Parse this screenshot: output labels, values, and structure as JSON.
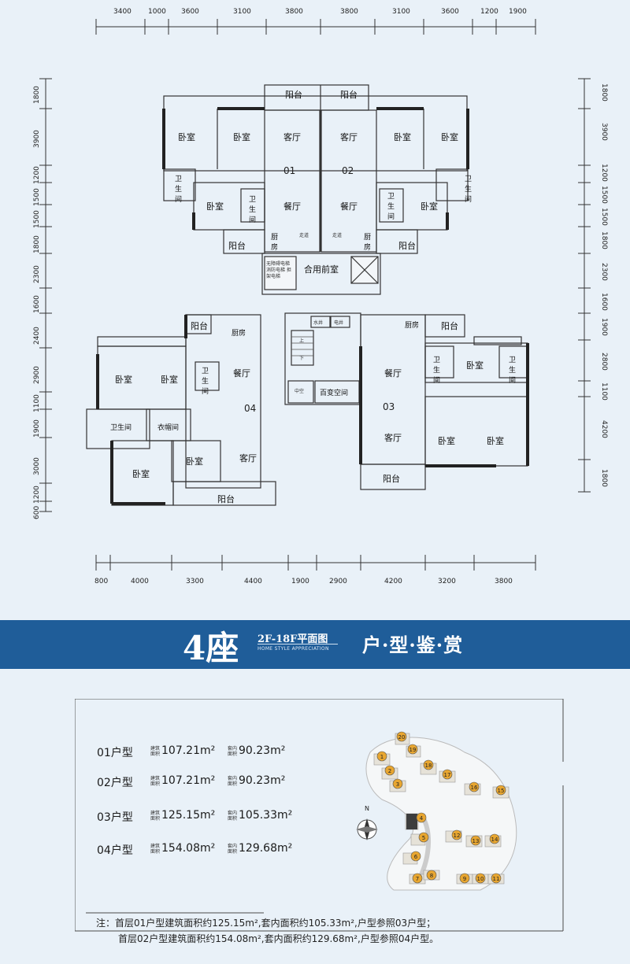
{
  "top_dims": [
    "3400",
    "1000",
    "3600",
    "3100",
    "3800",
    "3800",
    "3100",
    "3600",
    "1200",
    "1900"
  ],
  "bottom_dims": [
    "800",
    "4000",
    "3300",
    "4400",
    "1900",
    "2900",
    "4200",
    "3200",
    "3800"
  ],
  "left_dims": [
    "1800",
    "3900",
    "1200",
    "1500",
    "1500",
    "1800",
    "2300",
    "1600",
    "2400",
    "2900",
    "1100",
    "1900",
    "3000",
    "1200",
    "600"
  ],
  "right_dims": [
    "1800",
    "3900",
    "1200",
    "1500",
    "1500",
    "1800",
    "2300",
    "1600",
    "1900",
    "2800",
    "1100",
    "4200",
    "1800"
  ],
  "rooms": {
    "balcony": "阳台",
    "bedroom": "卧室",
    "living": "客厅",
    "dining": "餐厅",
    "kitchen": "厨房",
    "bathroom": "卫生间",
    "bathroom_h": "卫生间",
    "cloakroom": "衣帽间",
    "corridor": "走道",
    "lobby": "合用前室",
    "elevator_note": "无障碍电梯 消防电梯 担架电梯",
    "water_well": "水井",
    "elec_well": "电井",
    "up": "上",
    "down": "下",
    "void": "中空",
    "flex_space": "百变空间"
  },
  "unit_numbers": [
    "01",
    "02",
    "03",
    "04"
  ],
  "banner": {
    "seat": "4座",
    "plan_label": "2F-18F平面图",
    "plan_label_en": "HOME STYLE APPRECIATION",
    "title": "户·型·鉴·赏"
  },
  "unit_types": [
    {
      "type": "01户型",
      "gross": "107.21m²",
      "net": "90.23m²"
    },
    {
      "type": "02户型",
      "gross": "107.21m²",
      "net": "90.23m²"
    },
    {
      "type": "03户型",
      "gross": "125.15m²",
      "net": "105.33m²"
    },
    {
      "type": "04户型",
      "gross": "154.08m²",
      "net": "129.68m²"
    }
  ],
  "area_tags": {
    "gross": "建筑面积",
    "net": "套内面积"
  },
  "site_blocks": [
    "1",
    "2",
    "3",
    "4",
    "5",
    "6",
    "7",
    "8",
    "9",
    "10",
    "11",
    "12",
    "13",
    "14",
    "15",
    "16",
    "17",
    "18",
    "19",
    "20"
  ],
  "compass_label": "N",
  "notes": [
    "注：首层01户型建筑面积约125.15m²,套内面积约105.33m²,户型参照03户型；",
    "首层02户型建筑面积约154.08m²,套内面积约129.68m²,户型参照04户型。"
  ],
  "colors": {
    "background": "#e9f1f8",
    "banner": "#1f5d99",
    "wall": "#333333"
  }
}
